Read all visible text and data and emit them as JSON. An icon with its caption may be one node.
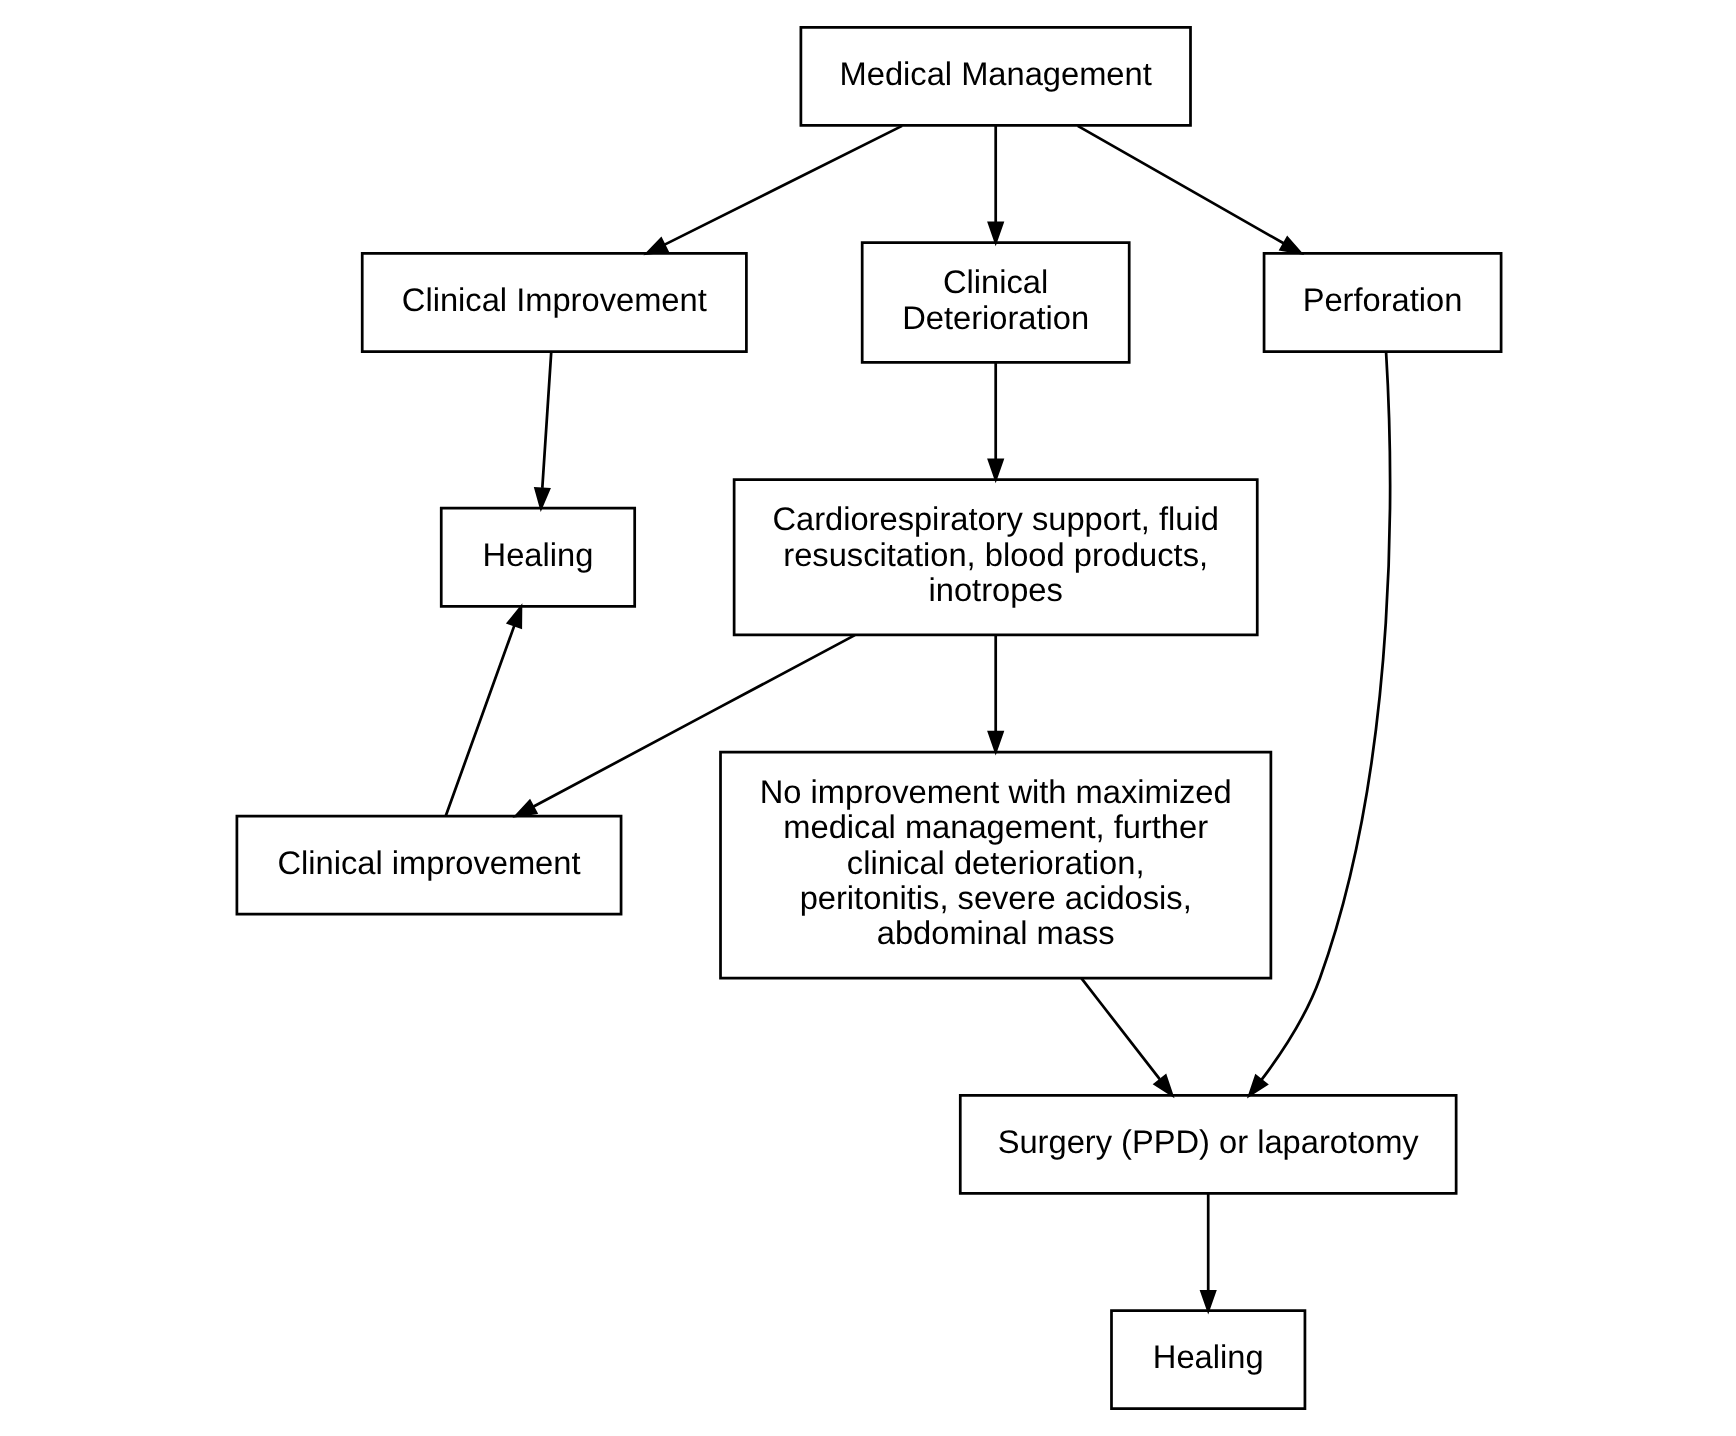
{
  "diagram": {
    "nodes": [
      {
        "text": [
          "Medical Management"
        ]
      },
      {
        "text": [
          "Clinical Improvement"
        ]
      },
      {
        "text": [
          "Clinical Deterioration"
        ]
      },
      {
        "text": [
          "Perforation"
        ]
      },
      {
        "text": [
          "Healing"
        ]
      },
      {
        "text": [
          "Cardiorespiratory support, fluid resuscitation, blood products, inotropes"
        ]
      },
      {
        "text": [
          "Surgery (PPD) or laparotomy"
        ]
      },
      {
        "text": [
          "Clinical improvement"
        ]
      },
      {
        "text": [
          "No improvement with maximized medical management, further clinical deterioration, peritonitis, severe acidosis, abdominal mass"
        ]
      },
      {
        "text": [
          "Healing"
        ]
      }
    ],
    "edges": [
      {
        "from": 0,
        "to": 1,
        "arrow": "to"
      },
      {
        "from": 0,
        "to": 2,
        "arrow": "to"
      },
      {
        "from": 0,
        "to": 3,
        "arrow": "to"
      },
      {
        "from": 1,
        "to": 4,
        "arrow": "to"
      },
      {
        "from": 2,
        "to": 5,
        "arrow": "to"
      },
      {
        "from": 3,
        "to": 6,
        "arrow": "to"
      },
      {
        "from": 5,
        "to": 7,
        "arrow": "to"
      },
      {
        "from": 5,
        "to": 8,
        "arrow": "to"
      },
      {
        "from": 7,
        "to": 4,
        "arrow": "to"
      },
      {
        "from": 8,
        "to": 6,
        "arrow": "to"
      },
      {
        "from": 6,
        "to": 9,
        "arrow": "to"
      }
    ]
  }
}
